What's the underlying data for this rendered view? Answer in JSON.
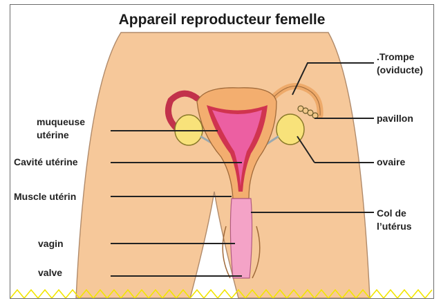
{
  "title": "Appareil reproducteur femelle",
  "labels": {
    "muqueuse_line1": "muqueuse",
    "muqueuse_line2": "utérine",
    "cavite": "Cavité utérine",
    "muscle": "Muscle utérin",
    "vagin": "vagin",
    "valve": "valve",
    "trompe_line1": ".Trompe",
    "trompe_line2": "(oviducte)",
    "pavillon": "pavillon",
    "ovaire": "ovaire",
    "col_line1": "Col de",
    "col_line2": "l’utérus"
  },
  "colors": {
    "skin": "#f6c89a",
    "uterus_wall": "#f3ae6f",
    "mucosa": "#d0344f",
    "cavity": "#ec5fa2",
    "ovary": "#f8e27a",
    "tube": "#eeaa6a",
    "leader_line": "#222222",
    "border_zigzag": "#f2e600"
  }
}
